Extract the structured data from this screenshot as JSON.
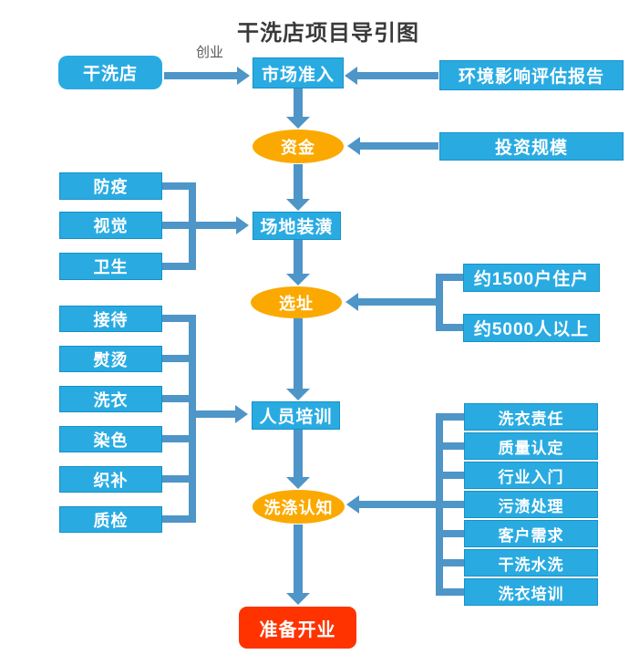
{
  "title": "干洗店项目导引图",
  "flow": {
    "start": "干洗店",
    "start_edge": "创业",
    "market_entry": "市场准入",
    "env_report": "环境影响评估报告",
    "funds": "资金",
    "investment": "投资规模",
    "decoration": "场地装潢",
    "site": "选址",
    "training": "人员培训",
    "knowledge": "洗涤认知",
    "opening": "准备开业"
  },
  "decoration_inputs": [
    "防疫",
    "视觉",
    "卫生"
  ],
  "site_inputs": [
    "约1500户住户",
    "约5000人以上"
  ],
  "training_inputs": [
    "接待",
    "熨烫",
    "洗衣",
    "染色",
    "织补",
    "质检"
  ],
  "knowledge_inputs": [
    "洗衣责任",
    "质量认定",
    "行业入门",
    "污渍处理",
    "客户需求",
    "干洗水洗",
    "洗衣培训"
  ],
  "colors": {
    "node_blue": "#29ABE2",
    "arrow_blue": "#4E95C8",
    "ellipse_orange": "#FBA900",
    "final_red": "#FF3300",
    "title_text": "#3A3A3A"
  }
}
